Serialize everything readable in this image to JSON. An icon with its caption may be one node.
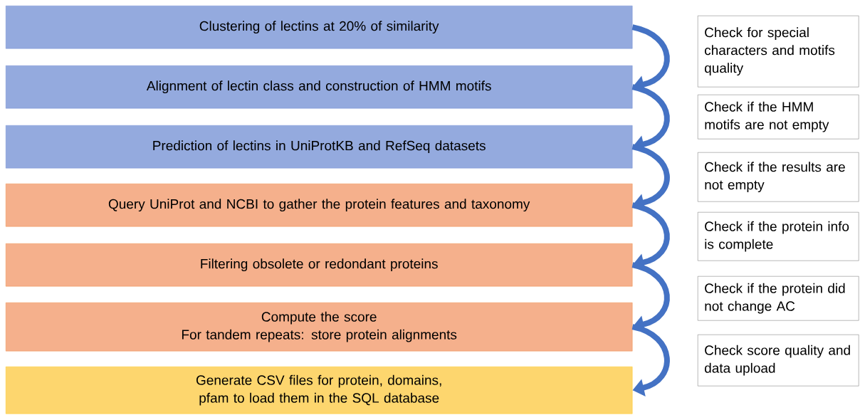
{
  "diagram": {
    "nodes": [
      {
        "text": [
          "Clustering of lectins at 20% of similarity"
        ]
      },
      {
        "text": [
          "Alignment of lectin class and construction of HMM motifs"
        ]
      },
      {
        "text": [
          "Prediction of lectins in UniProtKB and RefSeq datasets"
        ]
      },
      {
        "text": [
          "Query UniProt and NCBI to gather the protein features and taxonomy"
        ]
      },
      {
        "text": [
          "Filtering obsolete or redondant proteins"
        ]
      },
      {
        "text": [
          "Compute the score",
          "For tandem repeats: store protein alignments"
        ]
      },
      {
        "text": [
          "Generate CSV files for protein, domains, pfam to load them in the SQL database"
        ]
      },
      {
        "text": [
          "Check for special characters and motifs quality"
        ]
      },
      {
        "text": [
          "Check if the HMM motifs are not empty"
        ]
      },
      {
        "text": [
          "Check if the results are not empty"
        ]
      },
      {
        "text": [
          "Check if the protein info is complete"
        ]
      },
      {
        "text": [
          "Check if the protein did not change AC"
        ]
      },
      {
        "text": [
          "Check score quality and data upload"
        ]
      }
    ],
    "edges": [
      {
        "from": 0,
        "to": 1,
        "arrow": "to"
      },
      {
        "from": 1,
        "to": 2,
        "arrow": "to"
      },
      {
        "from": 2,
        "to": 3,
        "arrow": "to"
      },
      {
        "from": 3,
        "to": 4,
        "arrow": "to"
      },
      {
        "from": 4,
        "to": 5,
        "arrow": "to"
      },
      {
        "from": 5,
        "to": 6,
        "arrow": "to"
      }
    ]
  }
}
